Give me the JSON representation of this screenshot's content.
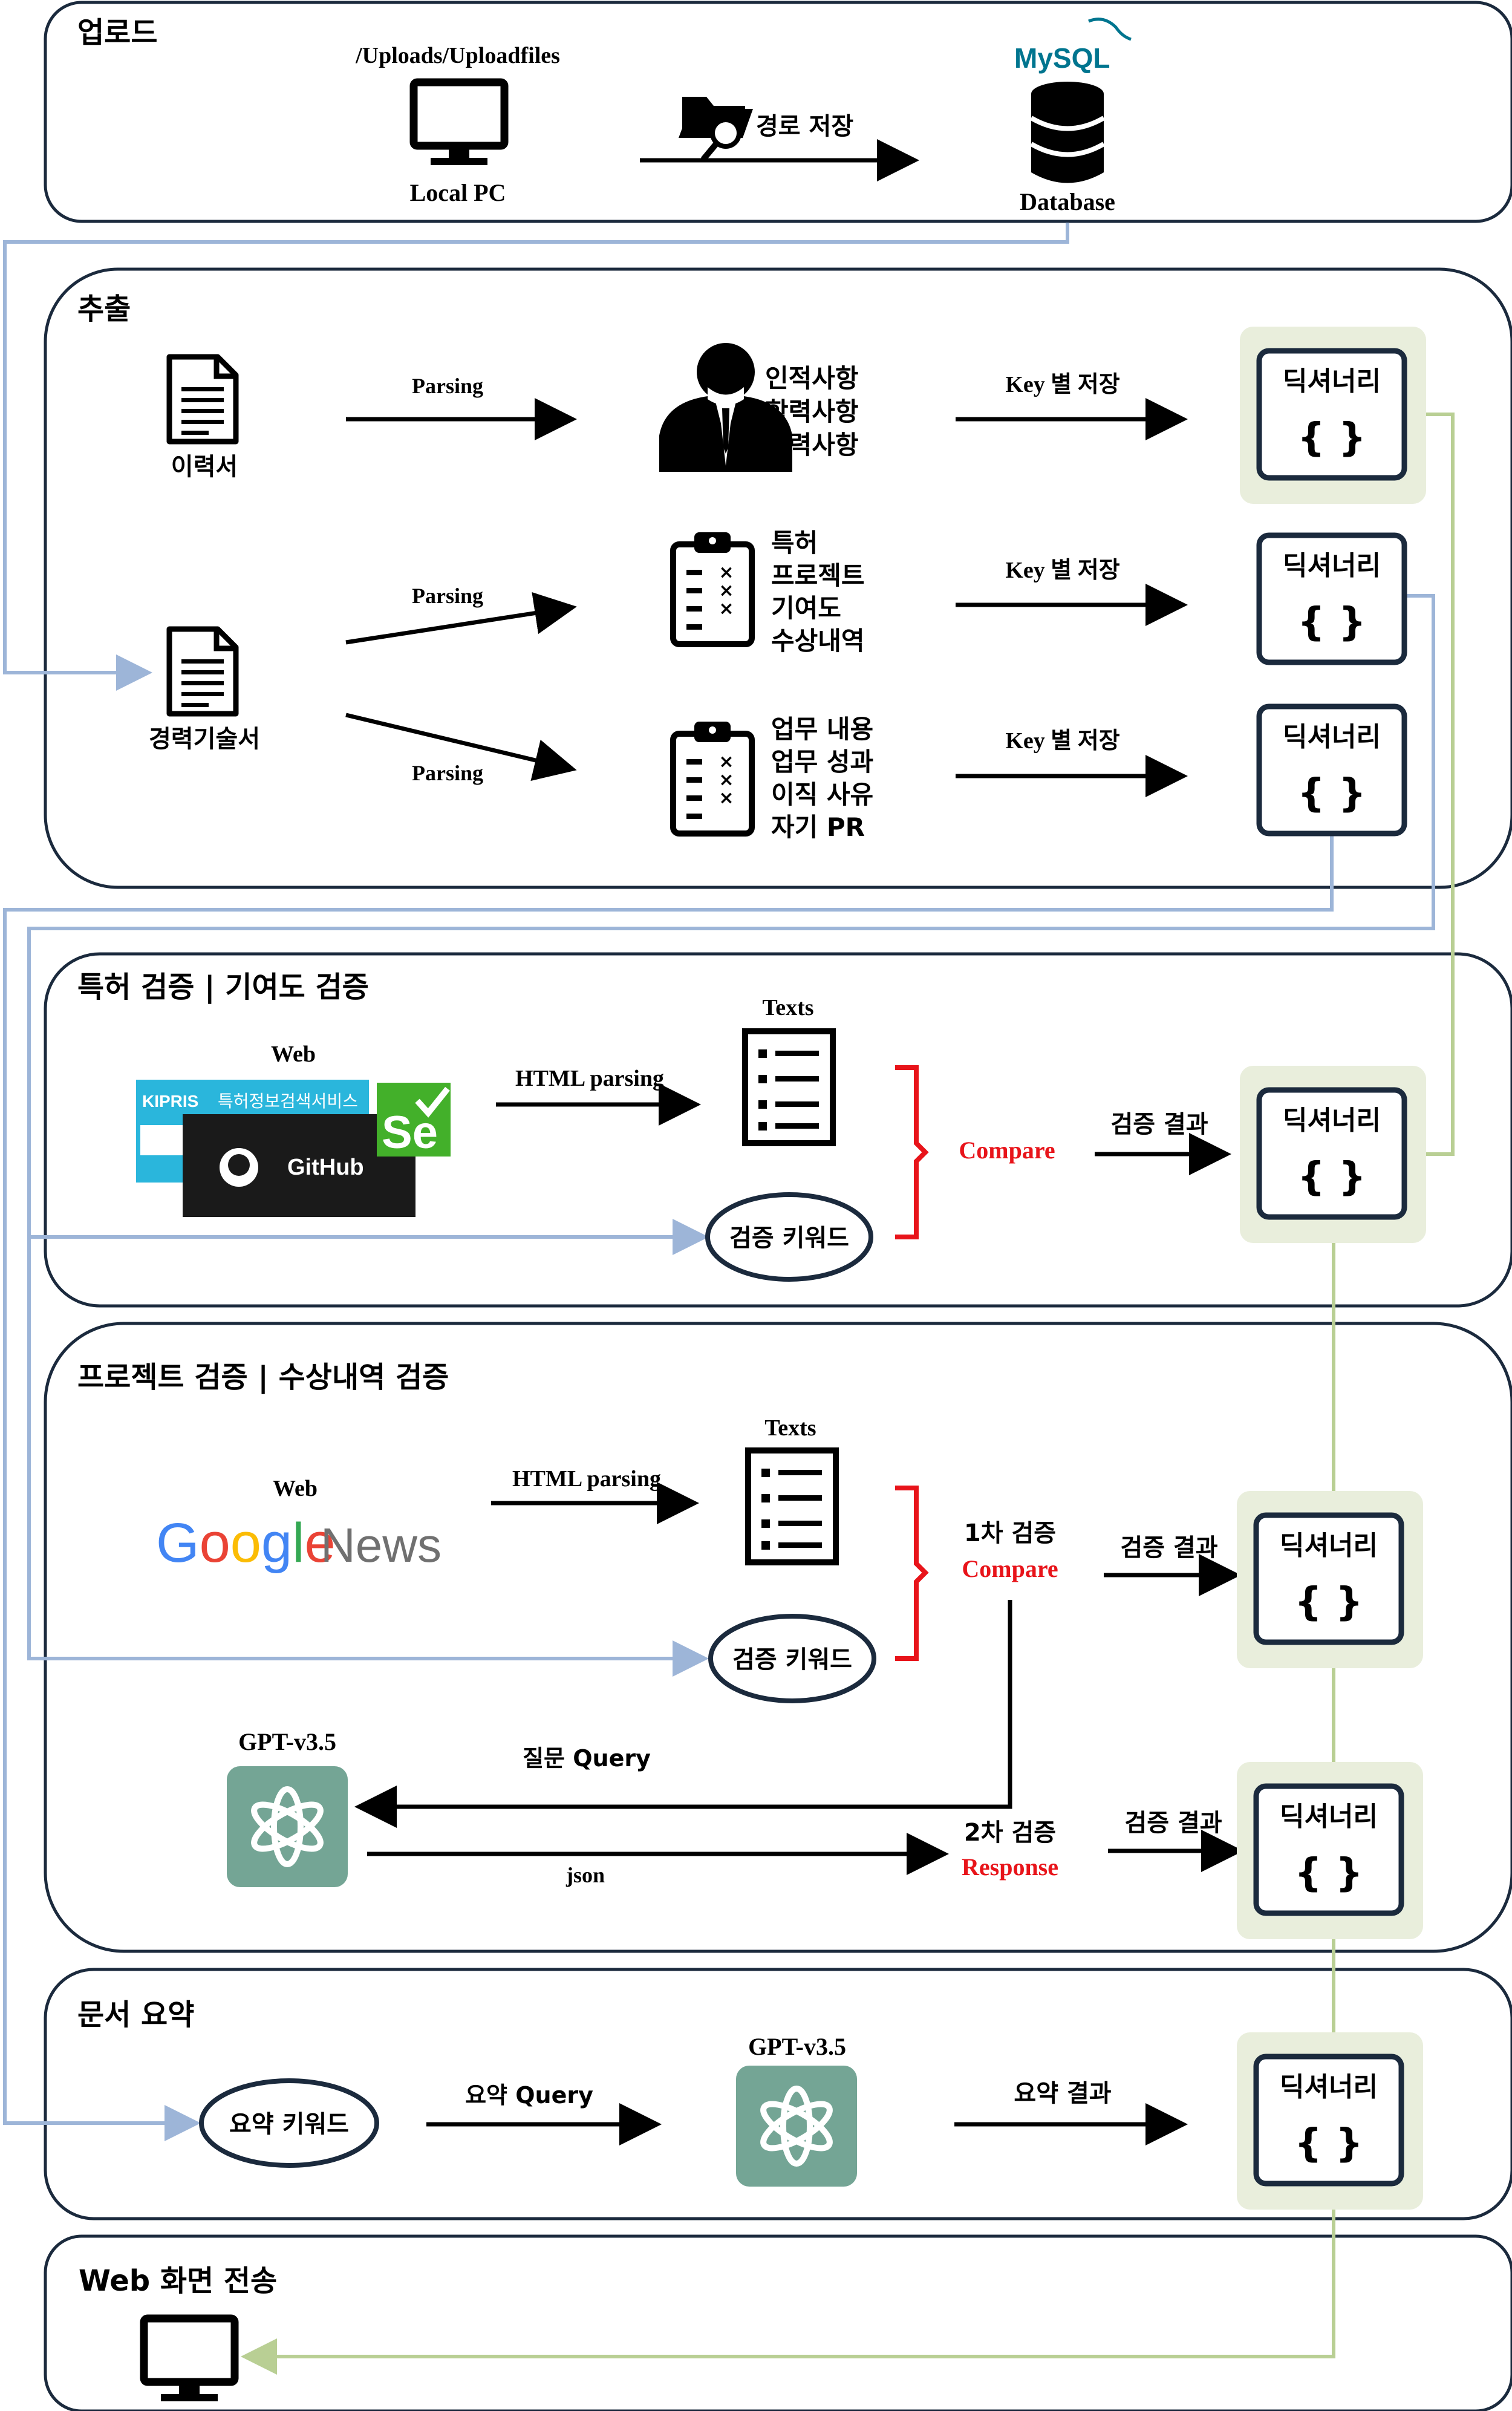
{
  "sections": {
    "upload": {
      "title": "업로드",
      "path_label": "/Uploads/Uploadfiles",
      "local_pc": "Local PC",
      "path_save": "경로 저장",
      "mysql_logo": "MySQL",
      "database": "Database"
    },
    "extract": {
      "title": "추출",
      "resume": "이력서",
      "career": "경력기술서",
      "parsing": "Parsing",
      "resume_items": [
        "인적사항",
        "학력사항",
        "경력사항"
      ],
      "career_items_a": [
        "특허",
        "프로젝트",
        "기여도",
        "수상내역"
      ],
      "career_items_b": [
        "업무 내용",
        "업무 성과",
        "이직 사유",
        "자기 PR"
      ],
      "key_save": "Key 별 저장"
    },
    "patent": {
      "title": "특허 검증 | 기여도 검증",
      "web": "Web",
      "kipris_name": "KIPRIS",
      "kipris_sub": "특허정보검색서비스",
      "github": "GitHub",
      "selenium": "Se",
      "html_parsing": "HTML parsing",
      "texts": "Texts",
      "keyword": "검증 키워드",
      "compare": "Compare",
      "result": "검증 결과"
    },
    "project": {
      "title": "프로젝트 검증 | 수상내역 검증",
      "web": "Web",
      "google_news": "News",
      "html_parsing": "HTML parsing",
      "texts": "Texts",
      "keyword": "검증 키워드",
      "first_check": "1차 검증",
      "compare": "Compare",
      "result1": "검증 결과",
      "gpt": "GPT-v3.5",
      "query": "질문 Query",
      "json": "json",
      "second_check": "2차 검증",
      "response": "Response",
      "result2": "검증 결과"
    },
    "summary": {
      "title": "문서 요약",
      "keyword": "요약 키워드",
      "query": "요약 Query",
      "gpt": "GPT-v3.5",
      "result": "요약 결과"
    },
    "web": {
      "title": "Web 화면 전송"
    }
  },
  "dictionary": {
    "label": "딕셔너리",
    "braces": "{ }"
  },
  "google_letters": [
    {
      "ch": "G",
      "color": "#4285F4"
    },
    {
      "ch": "o",
      "color": "#EA4335"
    },
    {
      "ch": "o",
      "color": "#FBBC05"
    },
    {
      "ch": "g",
      "color": "#4285F4"
    },
    {
      "ch": "l",
      "color": "#34A853"
    },
    {
      "ch": "e",
      "color": "#EA4335"
    }
  ],
  "colors": {
    "section_border": "#1b2a3d",
    "dict_bg": "#e9eedc",
    "blue_line": "#9db5d8",
    "green_line": "#b9cf94",
    "gpt_bg": "#74a595",
    "red": "#e8141a",
    "kipris_bg": "#2ab6dc",
    "github_bg": "#1a1a1a",
    "selenium_bg": "#43b02a",
    "mysql_blue": "#00758f",
    "mysql_orange": "#f29111"
  }
}
